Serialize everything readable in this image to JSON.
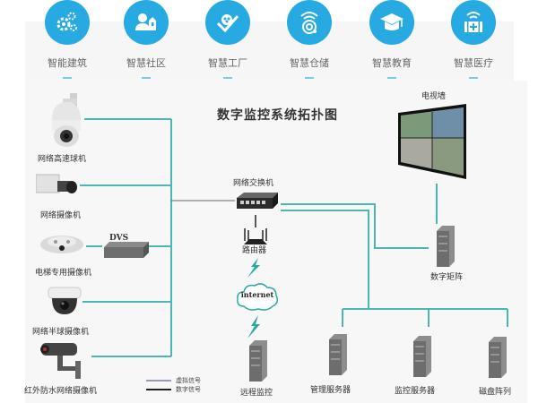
{
  "categories": [
    {
      "label": "智能建筑",
      "icon": "gears-icon"
    },
    {
      "label": "智慧社区",
      "icon": "community-icon"
    },
    {
      "label": "智慧工厂",
      "icon": "factory-icon"
    },
    {
      "label": "智慧仓储",
      "icon": "wireless-warehouse-icon"
    },
    {
      "label": "智慧教育",
      "icon": "graduation-cap-icon"
    },
    {
      "label": "智慧医疗",
      "icon": "medical-kit-icon"
    }
  ],
  "diagram": {
    "title": "数字监控系统拓扑图",
    "cameras": [
      {
        "label": "网络高速球机"
      },
      {
        "label": "网络摄像机"
      },
      {
        "label": "电梯专用摄像机"
      },
      {
        "label": "网络半球摄像机"
      },
      {
        "label": "红外防水网络摄像机"
      }
    ],
    "dvs_label": "DVS",
    "switch_label": "网络交换机",
    "router_label": "路由器",
    "internet_label": "internet",
    "tv_wall_label": "电视墙",
    "matrix_label": "数字矩阵",
    "servers": [
      {
        "label": "远程监控"
      },
      {
        "label": "管理服务器"
      },
      {
        "label": "监控服务器"
      },
      {
        "label": "磁盘阵列"
      }
    ],
    "legend": [
      {
        "label": "虚拟信号",
        "color": "#9a9ab8"
      },
      {
        "label": "数字信号",
        "color": "#222222"
      }
    ],
    "wire_color": "#4db6b0"
  }
}
